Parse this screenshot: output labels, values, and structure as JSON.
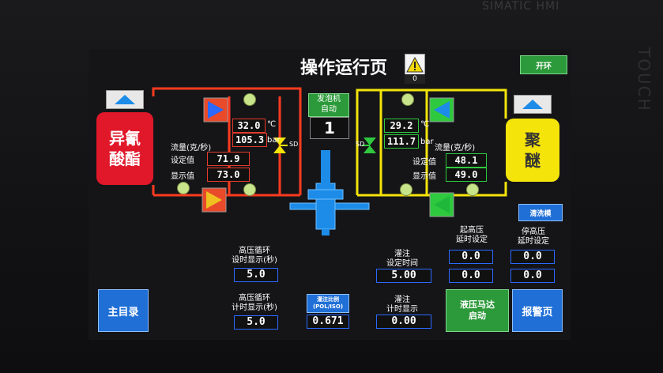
{
  "bezel": {
    "brand": "SIMATIC HMI",
    "touch": "TOUCH"
  },
  "header": {
    "title": "操作运行页",
    "alarm_count": "0",
    "toggle_label": "开环"
  },
  "tanks": {
    "left": "异氰酸酯",
    "right": "聚醚"
  },
  "generator": {
    "label_line1": "发泡机",
    "label_line2": "自动",
    "value": "1"
  },
  "left_loop": {
    "temperature": "32.0",
    "temperature_unit": "℃",
    "pressure": "105.3",
    "pressure_unit": "bar",
    "valve_tag": "SD",
    "flow_title": "流量(克/秒)",
    "set_label": "设定值",
    "set_value": "71.9",
    "display_label": "显示值",
    "display_value": "73.0"
  },
  "right_loop": {
    "temperature": "29.2",
    "temperature_unit": "℃",
    "pressure": "111.7",
    "pressure_unit": "bar",
    "valve_tag": "SD",
    "flow_title": "流量(克/秒)",
    "set_label": "设定值",
    "set_value": "48.1",
    "display_label": "显示值",
    "display_value": "49.0"
  },
  "controls": {
    "clean_button": "清洗模",
    "hp_cycle_set_label_1": "高压循环",
    "hp_cycle_set_label_2": "设时显示(秒)",
    "hp_cycle_set_value": "5.0",
    "hp_cycle_timer_label_1": "高压循环",
    "hp_cycle_timer_label_2": "计时显示(秒)",
    "hp_cycle_timer_value": "5.0",
    "ratio_label_1": "灌注比例",
    "ratio_label_2": "(POL/ISO)",
    "ratio_value": "0.671",
    "pour_set_label_1": "灌注",
    "pour_set_label_2": "设定时间",
    "pour_set_value": "5.00",
    "pour_display_label_1": "灌注",
    "pour_display_label_2": "计时显示",
    "pour_display_value": "0.00",
    "start_hp_label_1": "起高压",
    "start_hp_label_2": "延时设定",
    "stop_hp_label_1": "停高压",
    "stop_hp_label_2": "延时设定",
    "start_hp_value_1": "0.0",
    "start_hp_value_2": "0.0",
    "stop_hp_value_1": "0.0",
    "stop_hp_value_2": "0.0",
    "hydraulic_label_1": "液压马达",
    "hydraulic_label_2": "启动"
  },
  "nav": {
    "main_menu": "主目录",
    "alarm_page": "报警页"
  },
  "colors": {
    "iso_line": "#ff3b1f",
    "pol_line": "#f4e40a",
    "accent_green": "#2ec93e",
    "accent_blue": "#2b69ff"
  }
}
